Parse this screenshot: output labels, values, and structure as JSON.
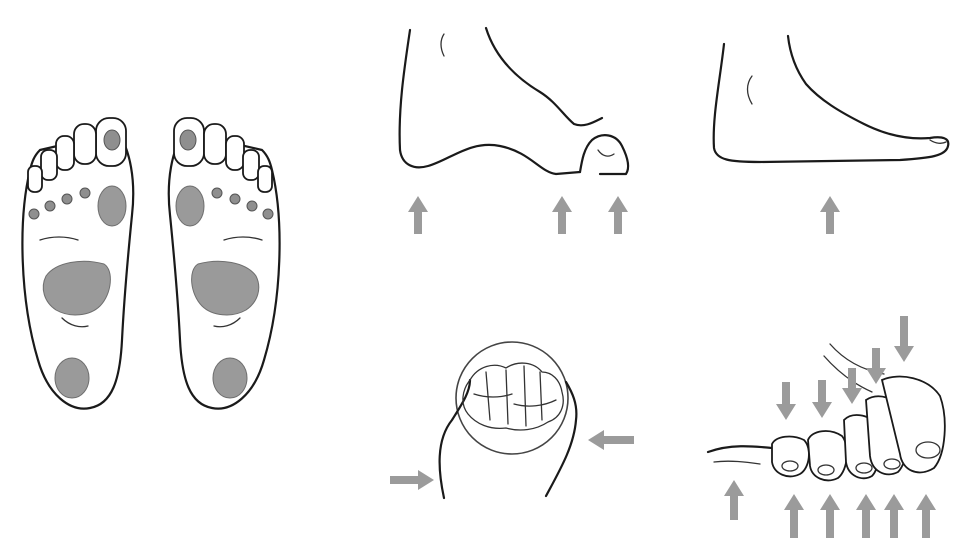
{
  "figure": {
    "panels": [
      {
        "id": "plantar-pressure",
        "icon": "feet-soles-pressure-map"
      },
      {
        "id": "high-arch",
        "icon": "high-arched-foot-side-view"
      },
      {
        "id": "flat-foot",
        "icon": "flat-foot-side-view"
      },
      {
        "id": "bunion-compression",
        "icon": "bunion-toes-compression"
      },
      {
        "id": "hammer-toes",
        "icon": "hammer-toes-pressure"
      }
    ],
    "colors": {
      "outline": "#1a1a1a",
      "pressure_area": "#9a9a9a",
      "arrow": "#9b9b9b",
      "background": "#ffffff"
    }
  }
}
